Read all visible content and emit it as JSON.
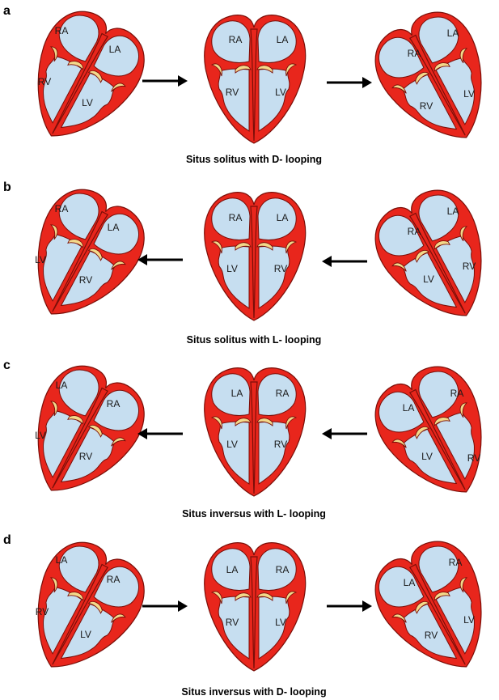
{
  "panels": [
    {
      "letter": "a",
      "caption": "Situs solitus with D- looping",
      "arrow_direction": "right",
      "hearts": [
        {
          "upper_left": "RA",
          "upper_right": "LA",
          "lower_left": "RV",
          "lower_right": "LV"
        },
        {
          "upper_left": "RA",
          "upper_right": "LA",
          "lower_left": "RV",
          "lower_right": "LV"
        },
        {
          "upper_left": "RA",
          "upper_right": "LA",
          "lower_left": "RV",
          "lower_right": "LV"
        }
      ]
    },
    {
      "letter": "b",
      "caption": "Situs solitus with L- looping",
      "arrow_direction": "left",
      "hearts": [
        {
          "upper_left": "RA",
          "upper_right": "LA",
          "lower_left": "LV",
          "lower_right": "RV"
        },
        {
          "upper_left": "RA",
          "upper_right": "LA",
          "lower_left": "LV",
          "lower_right": "RV"
        },
        {
          "upper_left": "RA",
          "upper_right": "LA",
          "lower_left": "LV",
          "lower_right": "RV"
        }
      ]
    },
    {
      "letter": "c",
      "caption": "Situs inversus with L- looping",
      "arrow_direction": "left",
      "hearts": [
        {
          "upper_left": "LA",
          "upper_right": "RA",
          "lower_left": "LV",
          "lower_right": "RV"
        },
        {
          "upper_left": "LA",
          "upper_right": "RA",
          "lower_left": "LV",
          "lower_right": "RV"
        },
        {
          "upper_left": "LA",
          "upper_right": "RA",
          "lower_left": "LV",
          "lower_right": "RV"
        }
      ]
    },
    {
      "letter": "d",
      "caption": "Situs inversus with D- looping",
      "arrow_direction": "right",
      "hearts": [
        {
          "upper_left": "LA",
          "upper_right": "RA",
          "lower_left": "RV",
          "lower_right": "LV"
        },
        {
          "upper_left": "LA",
          "upper_right": "RA",
          "lower_left": "RV",
          "lower_right": "LV"
        },
        {
          "upper_left": "LA",
          "upper_right": "RA",
          "lower_left": "RV",
          "lower_right": "LV"
        }
      ]
    }
  ],
  "colors": {
    "wall": "#e8261c",
    "cavity": "#c6def0",
    "valve": "#f3d98a",
    "outline": "#7a0e08",
    "arrow": "#000000"
  }
}
